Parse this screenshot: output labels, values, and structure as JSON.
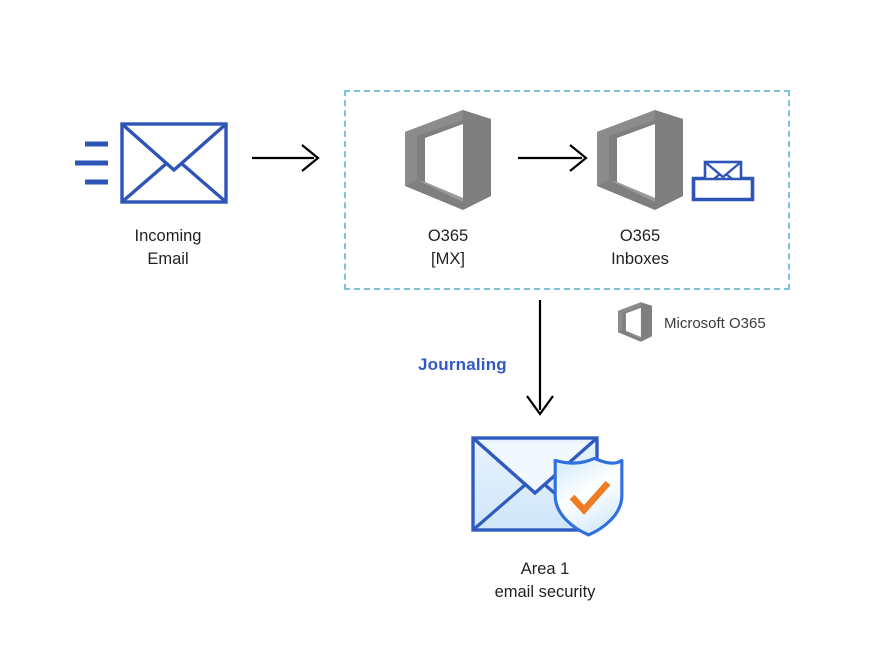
{
  "diagram": {
    "title": "O365 journaling to Area 1 email security flow",
    "colors": {
      "envelope_blue": "#2e54b8",
      "dashed_border": "#7cc2d8",
      "office_grey": "#7a7a7a",
      "journaling_blue": "#3358c4",
      "shield_check_orange": "#f07c22",
      "arrow_black": "#000000",
      "area1_envelope_fill": "#d8eafb"
    },
    "nodes": [
      {
        "id": "incoming-email",
        "icon": "envelope-icon",
        "label": "Incoming\nEmail"
      },
      {
        "id": "o365-mx",
        "icon": "office-365-icon",
        "label": "O365\n[MX]"
      },
      {
        "id": "o365-inboxes",
        "icon": "office-365-icon",
        "label": "O365\nInboxes"
      },
      {
        "id": "inbox-tray",
        "icon": "inbox-tray-icon",
        "label": ""
      },
      {
        "id": "area1",
        "icon": "envelope-shield-icon",
        "label": "Area 1\nemail security"
      }
    ],
    "edges": [
      {
        "id": "incoming-to-mx",
        "icon": "arrow-right-icon",
        "label": ""
      },
      {
        "id": "mx-to-inboxes",
        "icon": "arrow-right-icon",
        "label": ""
      },
      {
        "id": "inboxes-to-area1",
        "icon": "arrow-down-icon",
        "label": "Journaling"
      }
    ],
    "legend": {
      "icon": "office-365-icon",
      "label": "Microsoft O365"
    }
  }
}
